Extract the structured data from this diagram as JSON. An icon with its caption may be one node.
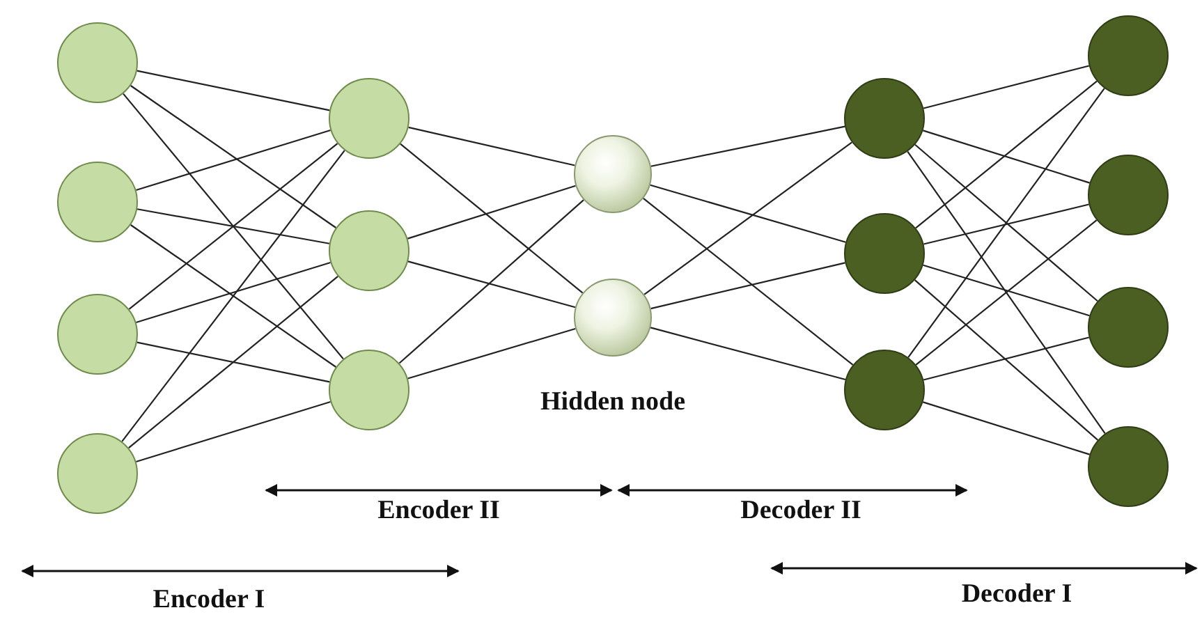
{
  "diagram": {
    "nodes": [
      {
        "text": [],
        "shape": "circle"
      },
      {
        "text": [],
        "shape": "circle"
      },
      {
        "text": [],
        "shape": "circle"
      },
      {
        "text": [],
        "shape": "circle"
      },
      {
        "text": [],
        "shape": "circle"
      },
      {
        "text": [],
        "shape": "circle"
      },
      {
        "text": [],
        "shape": "circle"
      },
      {
        "text": [],
        "shape": "circle"
      },
      {
        "text": [],
        "shape": "circle"
      },
      {
        "text": [],
        "shape": "circle"
      },
      {
        "text": [],
        "shape": "circle"
      },
      {
        "text": [],
        "shape": "circle"
      },
      {
        "text": [],
        "shape": "circle"
      },
      {
        "text": [],
        "shape": "circle"
      },
      {
        "text": [],
        "shape": "circle"
      },
      {
        "text": [],
        "shape": "circle"
      }
    ],
    "edges": [
      {
        "from": 0,
        "to": 4,
        "arrow": "none"
      },
      {
        "from": 0,
        "to": 5,
        "arrow": "none"
      },
      {
        "from": 0,
        "to": 6,
        "arrow": "none"
      },
      {
        "from": 1,
        "to": 4,
        "arrow": "none"
      },
      {
        "from": 1,
        "to": 5,
        "arrow": "none"
      },
      {
        "from": 1,
        "to": 6,
        "arrow": "none"
      },
      {
        "from": 2,
        "to": 4,
        "arrow": "none"
      },
      {
        "from": 2,
        "to": 5,
        "arrow": "none"
      },
      {
        "from": 2,
        "to": 6,
        "arrow": "none"
      },
      {
        "from": 3,
        "to": 4,
        "arrow": "none"
      },
      {
        "from": 3,
        "to": 5,
        "arrow": "none"
      },
      {
        "from": 3,
        "to": 6,
        "arrow": "none"
      },
      {
        "from": 4,
        "to": 7,
        "arrow": "none"
      },
      {
        "from": 4,
        "to": 8,
        "arrow": "none"
      },
      {
        "from": 5,
        "to": 7,
        "arrow": "none"
      },
      {
        "from": 5,
        "to": 8,
        "arrow": "none"
      },
      {
        "from": 6,
        "to": 7,
        "arrow": "none"
      },
      {
        "from": 6,
        "to": 8,
        "arrow": "none"
      },
      {
        "from": 7,
        "to": 9,
        "arrow": "none"
      },
      {
        "from": 7,
        "to": 10,
        "arrow": "none"
      },
      {
        "from": 7,
        "to": 11,
        "arrow": "none"
      },
      {
        "from": 8,
        "to": 9,
        "arrow": "none"
      },
      {
        "from": 8,
        "to": 10,
        "arrow": "none"
      },
      {
        "from": 8,
        "to": 11,
        "arrow": "none"
      },
      {
        "from": 9,
        "to": 12,
        "arrow": "none"
      },
      {
        "from": 9,
        "to": 13,
        "arrow": "none"
      },
      {
        "from": 9,
        "to": 14,
        "arrow": "none"
      },
      {
        "from": 9,
        "to": 15,
        "arrow": "none"
      },
      {
        "from": 10,
        "to": 12,
        "arrow": "none"
      },
      {
        "from": 10,
        "to": 13,
        "arrow": "none"
      },
      {
        "from": 10,
        "to": 14,
        "arrow": "none"
      },
      {
        "from": 10,
        "to": 15,
        "arrow": "none"
      },
      {
        "from": 11,
        "to": 12,
        "arrow": "none"
      },
      {
        "from": 11,
        "to": 13,
        "arrow": "none"
      },
      {
        "from": 11,
        "to": 14,
        "arrow": "none"
      },
      {
        "from": 11,
        "to": 15,
        "arrow": "none"
      }
    ],
    "labels": [
      "Hidden node",
      "Encoder II",
      "Decoder II",
      "Encoder I",
      "Decoder I"
    ]
  }
}
